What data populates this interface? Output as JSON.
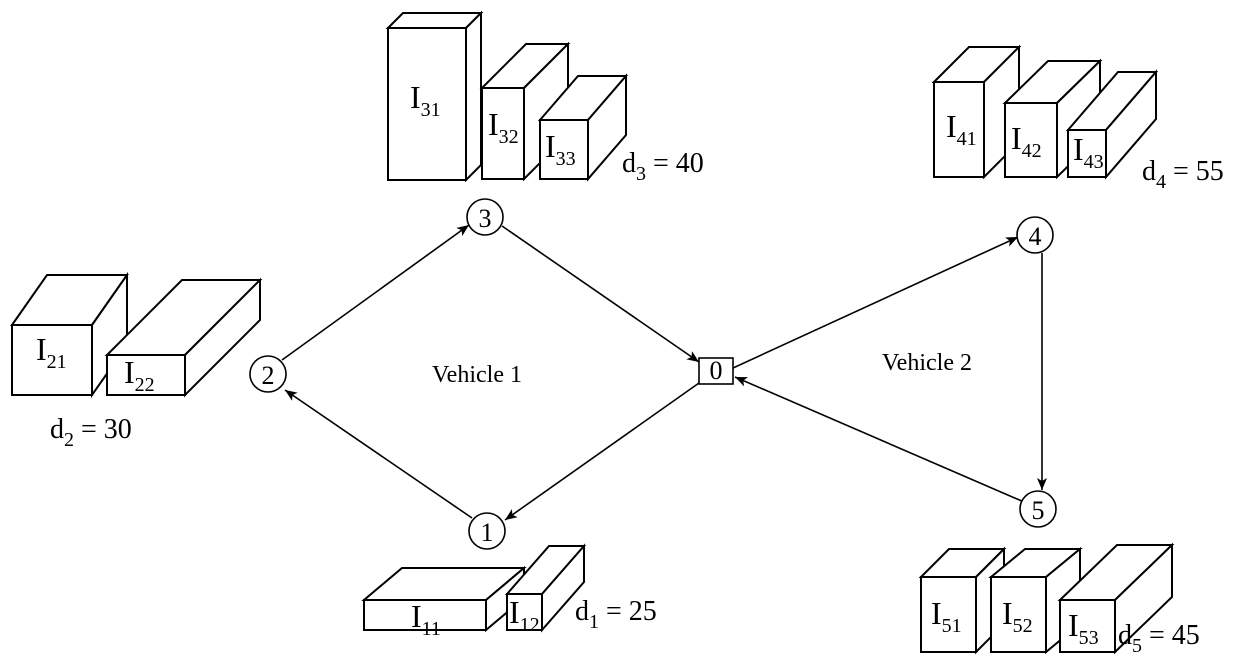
{
  "vehicles": [
    {
      "label": "Vehicle 1",
      "route": [
        "0",
        "1",
        "2",
        "3",
        "0"
      ]
    },
    {
      "label": "Vehicle 2",
      "route": [
        "0",
        "4",
        "5",
        "0"
      ]
    }
  ],
  "nodes": [
    {
      "id": "0",
      "label": "0",
      "shape": "square",
      "role": "depot"
    },
    {
      "id": "1",
      "label": "1",
      "shape": "circle"
    },
    {
      "id": "2",
      "label": "2",
      "shape": "circle"
    },
    {
      "id": "3",
      "label": "3",
      "shape": "circle"
    },
    {
      "id": "4",
      "label": "4",
      "shape": "circle"
    },
    {
      "id": "5",
      "label": "5",
      "shape": "circle"
    }
  ],
  "edges": [
    {
      "from": "0",
      "to": "1"
    },
    {
      "from": "1",
      "to": "2"
    },
    {
      "from": "2",
      "to": "3"
    },
    {
      "from": "3",
      "to": "0"
    },
    {
      "from": "0",
      "to": "4"
    },
    {
      "from": "4",
      "to": "5"
    },
    {
      "from": "5",
      "to": "0"
    }
  ],
  "customers": [
    {
      "node": "1",
      "demand_label": {
        "main": "d",
        "sub": "1",
        "rest": " = 25"
      },
      "items": [
        {
          "main": "I",
          "sub": "11"
        },
        {
          "main": "I",
          "sub": "12"
        }
      ]
    },
    {
      "node": "2",
      "demand_label": {
        "main": "d",
        "sub": "2",
        "rest": " = 30"
      },
      "items": [
        {
          "main": "I",
          "sub": "21"
        },
        {
          "main": "I",
          "sub": "22"
        }
      ]
    },
    {
      "node": "3",
      "demand_label": {
        "main": "d",
        "sub": "3",
        "rest": " = 40"
      },
      "items": [
        {
          "main": "I",
          "sub": "31"
        },
        {
          "main": "I",
          "sub": "32"
        },
        {
          "main": "I",
          "sub": "33"
        }
      ]
    },
    {
      "node": "4",
      "demand_label": {
        "main": "d",
        "sub": "4",
        "rest": " = 55"
      },
      "items": [
        {
          "main": "I",
          "sub": "41"
        },
        {
          "main": "I",
          "sub": "42"
        },
        {
          "main": "I",
          "sub": "43"
        }
      ]
    },
    {
      "node": "5",
      "demand_label": {
        "main": "d",
        "sub": "5",
        "rest": " = 45"
      },
      "items": [
        {
          "main": "I",
          "sub": "51"
        },
        {
          "main": "I",
          "sub": "52"
        },
        {
          "main": "I",
          "sub": "53"
        }
      ]
    }
  ]
}
